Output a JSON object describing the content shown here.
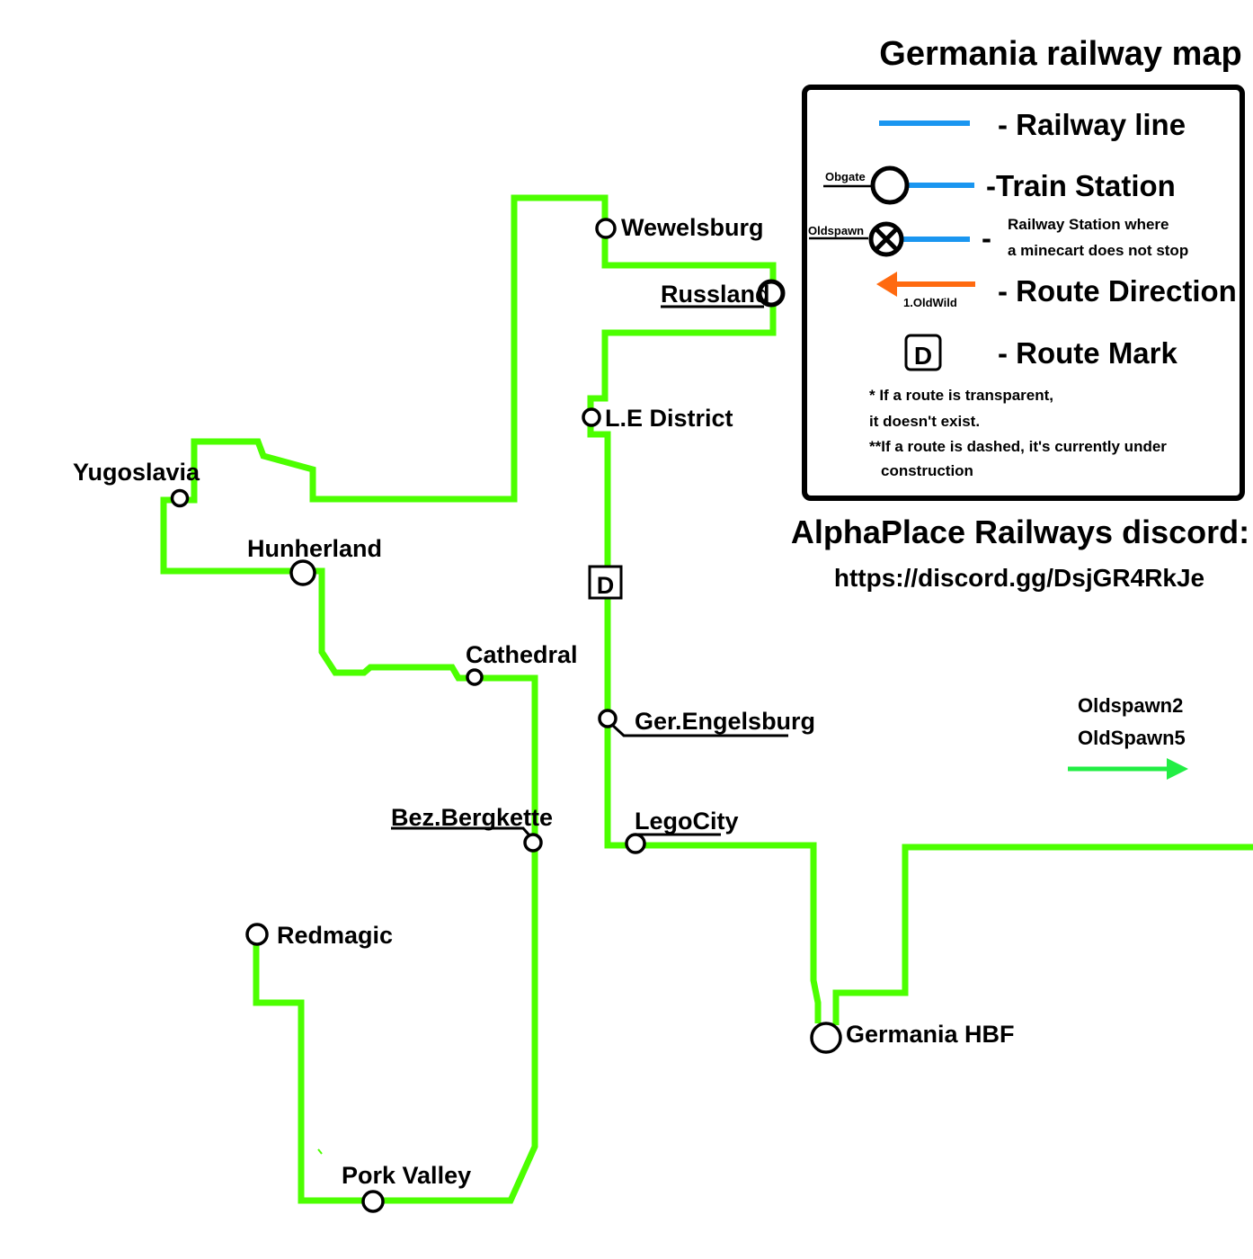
{
  "title": "Germania railway map",
  "colors": {
    "route_green": "#4cff00",
    "railway_blue": "#1a96f0",
    "direction_orange": "#ff6a10",
    "outgoing_green": "#22ee44",
    "station_stroke": "#000000"
  },
  "legend": {
    "railway_line": "- Railway line",
    "train_station": "-Train Station",
    "train_station_example": "Obgate",
    "non_stop_dash": "-",
    "non_stop_line1": "Railway Station where",
    "non_stop_line2": "a minecart does not stop",
    "non_stop_example": "Oldspawn",
    "route_direction": "- Route Direction",
    "route_direction_example": "1.OldWild",
    "route_mark_letter": "D",
    "route_mark": "- Route Mark",
    "note1_line1": "* If a route is  transparent,",
    "note1_line2": "it doesn't exist.",
    "note2_line1": "**If a route is dashed, it's currently under",
    "note2_line2": "construction"
  },
  "discord": {
    "heading": "AlphaPlace Railways discord:",
    "link": "https://discord.gg/DsjGR4RkJe"
  },
  "outgoing": {
    "line1": "Oldspawn2",
    "line2": "OldSpawn5",
    "icon": "arrow-right-icon"
  },
  "route_mark_on_map": "D",
  "stations": [
    {
      "id": "wewelsburg",
      "name": "Wewelsburg",
      "underlined": false
    },
    {
      "id": "russland",
      "name": "Russland",
      "underlined": true
    },
    {
      "id": "le-district",
      "name": "L.E District",
      "underlined": false
    },
    {
      "id": "yugoslavia",
      "name": "Yugoslavia",
      "underlined": false
    },
    {
      "id": "hunherland",
      "name": "Hunherland",
      "underlined": false
    },
    {
      "id": "cathedral",
      "name": "Cathedral",
      "underlined": false
    },
    {
      "id": "ger-engelsburg",
      "name": "Ger.Engelsburg",
      "underlined": true
    },
    {
      "id": "bez-bergkette",
      "name": "Bez.Bergkette",
      "underlined": true
    },
    {
      "id": "legocity",
      "name": "LegoCity",
      "underlined": true
    },
    {
      "id": "redmagic",
      "name": "Redmagic",
      "underlined": false
    },
    {
      "id": "pork-valley",
      "name": "Pork Valley",
      "underlined": false
    },
    {
      "id": "germania-hbf",
      "name": "Germania HBF",
      "underlined": false
    }
  ]
}
